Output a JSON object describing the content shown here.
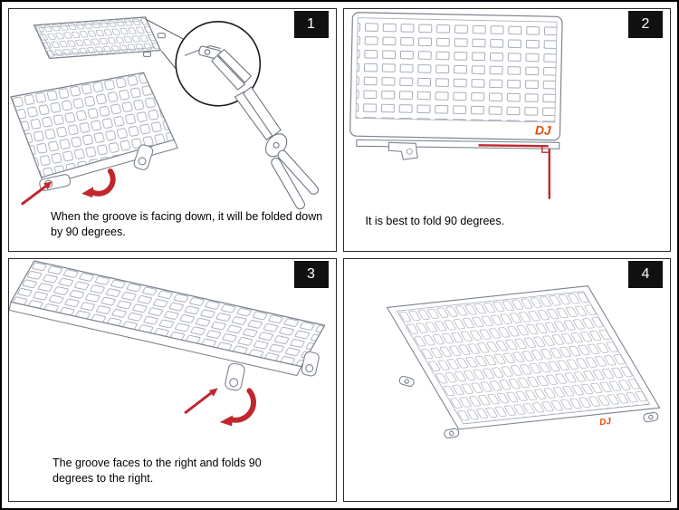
{
  "logo_text": "DJ",
  "colors": {
    "accent_red": "#c0272d",
    "logo_orange": "#e04b00",
    "outline_gray": "#7c838d",
    "mesh_gray": "#a6adb6",
    "badge_bg": "#111111",
    "badge_text": "#ffffff"
  },
  "panels": [
    {
      "number": "1",
      "caption": "When the groove is facing down, it will be folded down by 90 degrees."
    },
    {
      "number": "2",
      "caption": "It is best to fold 90 degrees."
    },
    {
      "number": "3",
      "caption": "The groove faces to the right and folds 90 degrees to the right."
    },
    {
      "number": "4",
      "caption": ""
    }
  ]
}
